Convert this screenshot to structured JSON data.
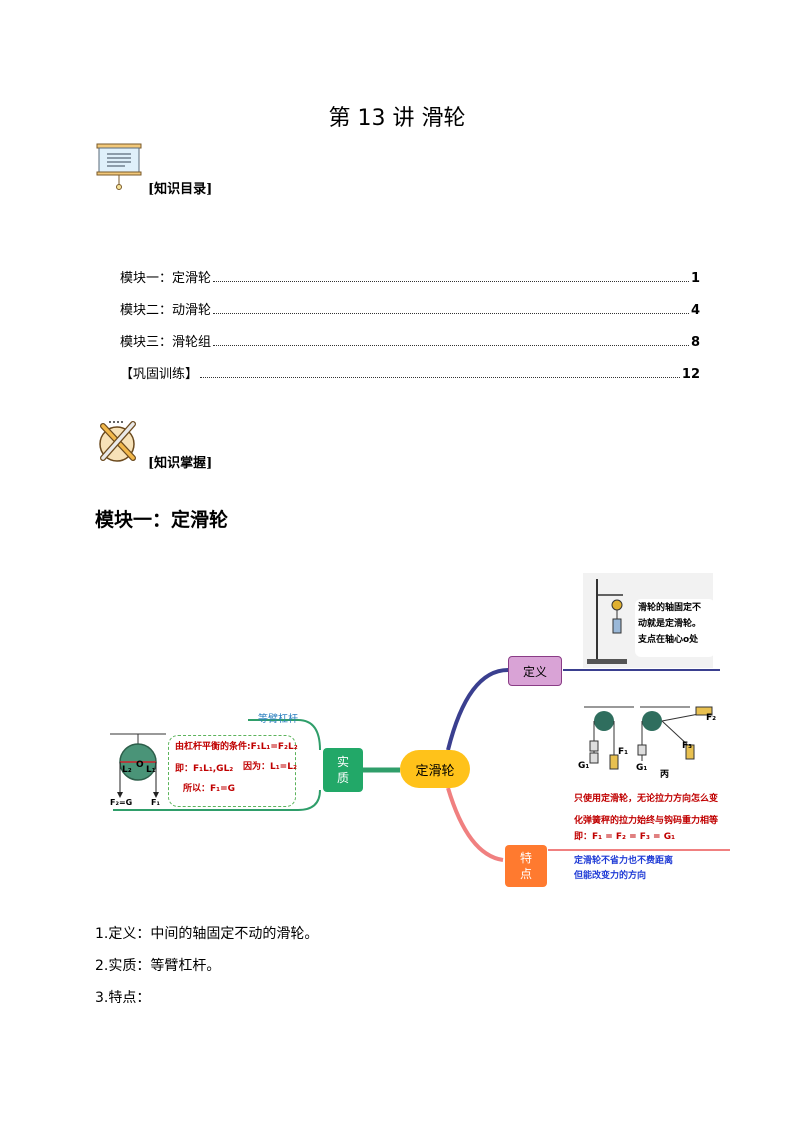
{
  "title": "第 13 讲  滑轮",
  "sections": {
    "catalog_label": "[知识目录]",
    "master_label": "[知识掌握]"
  },
  "toc": [
    {
      "label": "模块一：定滑轮",
      "page": "1"
    },
    {
      "label": "模块二：动滑轮",
      "page": "4"
    },
    {
      "label": "模块三：滑轮组",
      "page": "8"
    },
    {
      "label": "【巩固训练】",
      "page": "12"
    }
  ],
  "module1": {
    "heading": "模块一：定滑轮",
    "mindmap": {
      "center": "定滑轮",
      "definition_box": "定义",
      "definition_note_1": "滑轮的轴固定不",
      "definition_note_2": "动就是定滑轮。",
      "definition_note_3": "支点在轴心o处",
      "essence_box_1": "实",
      "essence_box_2": "质",
      "essence_tag": "等臂杠杆",
      "lever_line_1": "由杠杆平衡的条件:F₁L₁=F₂L₂",
      "lever_line_2a": "即：F₁L₁,GL₂",
      "lever_line_2b": "因为：L₁=L₂",
      "lever_line_3": "所以：F₁=G",
      "pulley_labels": {
        "l2": "L₂",
        "o": "O",
        "l1": "L₁",
        "f2g": "F₂=G",
        "f1": "F₁"
      },
      "feature_box_1": "特",
      "feature_box_2": "点",
      "feature_fig_labels": {
        "g1a": "G₁",
        "f1": "F₁",
        "g1b": "G₁",
        "bing": "丙",
        "f2": "F₂",
        "f3": "F₃"
      },
      "feature_red_1": "只使用定滑轮，无论拉力方向怎么变",
      "feature_red_2": "化弹簧秤的拉力始终与钩码重力相等",
      "feature_red_3": "即：F₁ = F₂ = F₃ = G₁",
      "feature_blue_1": "定滑轮不省力也不费距离",
      "feature_blue_2": "但能改变力的方向"
    },
    "points": [
      "1.定义：中间的轴固定不动的滑轮。",
      "2.实质：等臂杠杆。",
      "3.特点："
    ]
  }
}
